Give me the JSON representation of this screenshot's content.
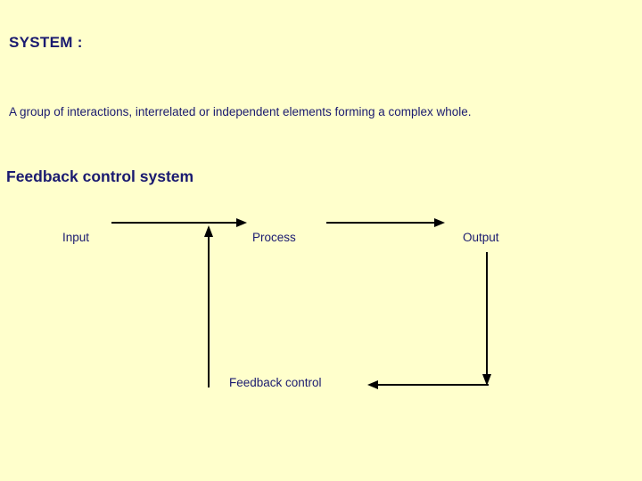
{
  "slide": {
    "background_color": "#FFFFCC",
    "text_color": "#1A1A70",
    "arrow_color": "#000000",
    "title": "SYSTEM :",
    "definition": "A group of interactions, interrelated or independent elements forming a complex whole.",
    "section_heading": "Feedback control system"
  },
  "diagram": {
    "name": "feedback-control-system-diagram",
    "nodes": [
      {
        "id": "input",
        "label": "Input"
      },
      {
        "id": "process",
        "label": "Process"
      },
      {
        "id": "output",
        "label": "Output"
      },
      {
        "id": "feedback",
        "label": "Feedback control"
      }
    ],
    "connections": [
      {
        "id": "input-to-process",
        "from": "Input",
        "to": "Process",
        "direction": "right"
      },
      {
        "id": "process-to-output",
        "from": "Process",
        "to": "Output",
        "direction": "right"
      },
      {
        "id": "output-to-feedback",
        "from": "Output",
        "to": "Feedback control",
        "direction": "down-left"
      },
      {
        "id": "feedback-to-input",
        "from": "Feedback control",
        "to": "Process",
        "direction": "up"
      }
    ]
  }
}
